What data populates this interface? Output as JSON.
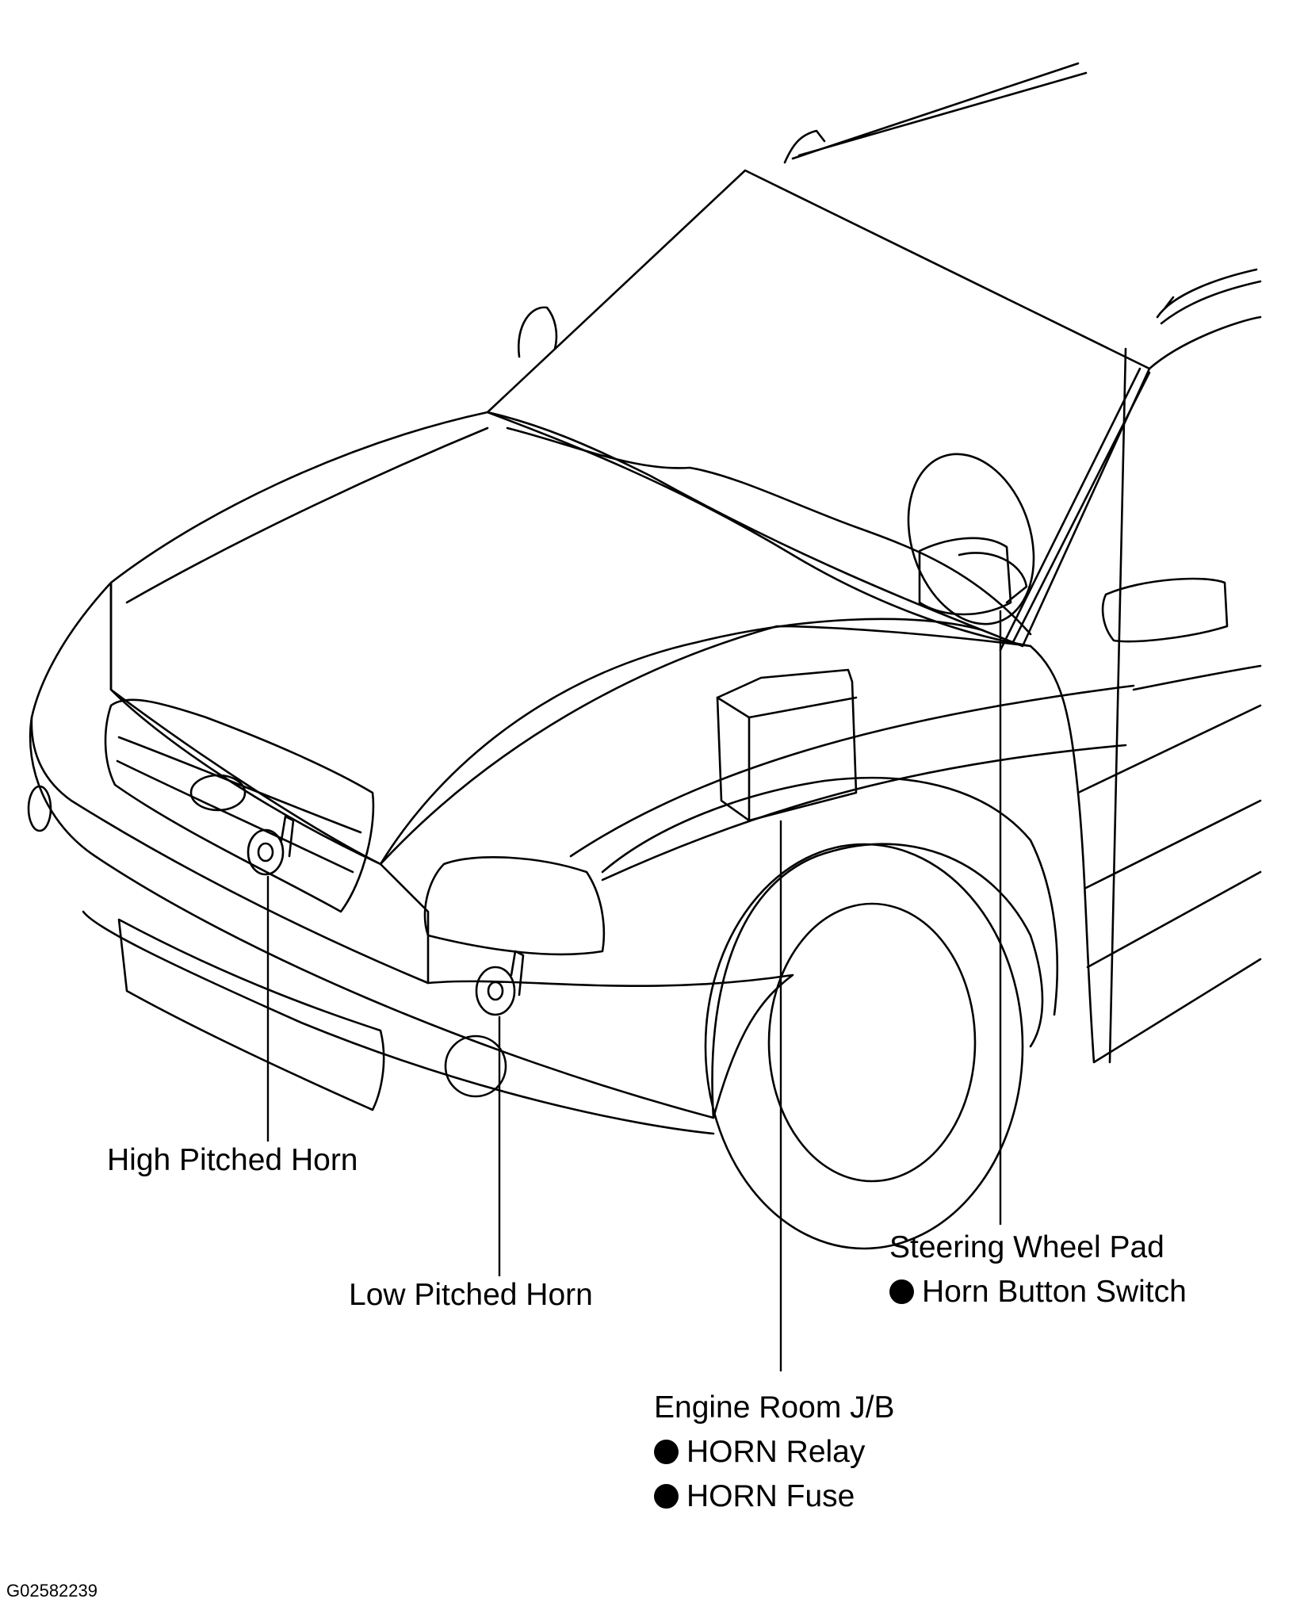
{
  "labels": {
    "high_horn": "High Pitched Horn",
    "low_horn": "Low Pitched Horn",
    "steering_pad": "Steering Wheel Pad",
    "horn_button_switch": "Horn Button Switch",
    "engine_room_jb": "Engine Room J/B",
    "horn_relay": "HORN Relay",
    "horn_fuse": "HORN Fuse"
  },
  "figure_id": "G02582239",
  "colors": {
    "line": "#000000",
    "background": "#ffffff"
  }
}
